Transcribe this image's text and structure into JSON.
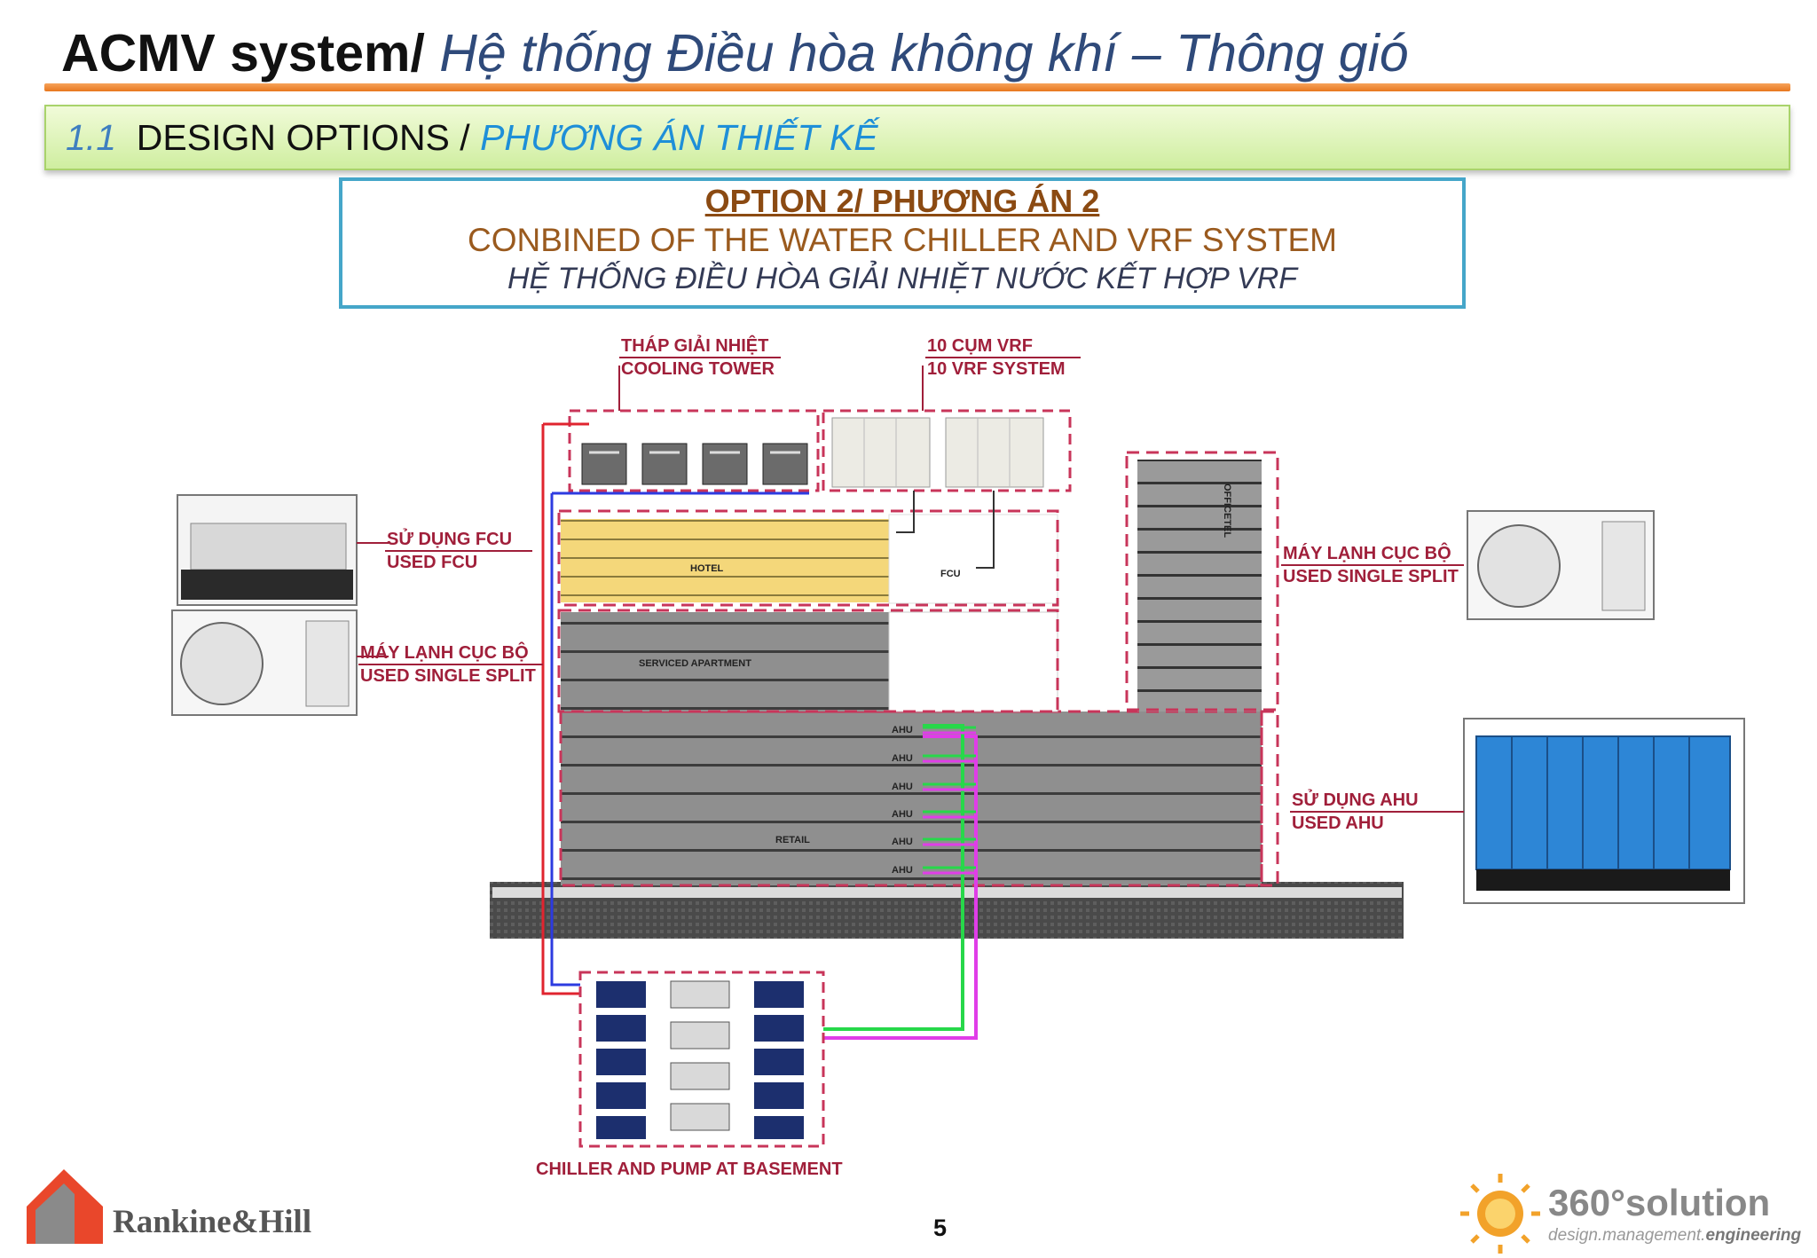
{
  "title": {
    "bold": "ACMV system/",
    "italic": " Hệ thống Điều hòa không khí – Thông gió"
  },
  "section": {
    "number": "1.1",
    "label_en": "DESIGN OPTIONS / ",
    "label_vi": "PHƯƠNG ÁN THIẾT KẾ"
  },
  "option": {
    "heading": "OPTION 2/  PHƯƠNG ÁN 2",
    "line_en": "CONBINED OF THE WATER CHILLER AND VRF SYSTEM",
    "line_vi": "HỆ THỐNG ĐIỀU HÒA GIẢI NHIỆT NƯỚC KẾT HỢP VRF"
  },
  "diagram": {
    "cooling_tower_vi": "THÁP GIẢI NHIỆT",
    "cooling_tower_en": "COOLING TOWER",
    "vrf_vi": "10 CỤM VRF",
    "vrf_en": "10 VRF SYSTEM",
    "fcu_vi": "SỬ DỤNG FCU",
    "fcu_en": "USED FCU",
    "split_left_vi": "MÁY LẠNH CỤC BỘ",
    "split_left_en": "USED SINGLE SPLIT",
    "split_right_vi": "MÁY LẠNH CỤC BỘ",
    "split_right_en": "USED SINGLE SPLIT",
    "ahu_vi": "SỬ DỤNG AHU",
    "ahu_en": "USED AHU",
    "hotel": "HOTEL",
    "serviced": "SERVICED APARTMENT",
    "retail": "RETAIL",
    "office": "OFFICETEL",
    "fcu_tag": "FCU",
    "ahu_tags": [
      "AHU",
      "AHU",
      "AHU",
      "AHU",
      "AHU",
      "AHU"
    ],
    "chiller": "CHILLER AND PUMP AT BASEMENT"
  },
  "footer": {
    "logo_left": "Rankine&Hill",
    "page": "5",
    "logo_right": "360°solution",
    "tagline_a": "design.management.",
    "tagline_b": "engineering"
  }
}
